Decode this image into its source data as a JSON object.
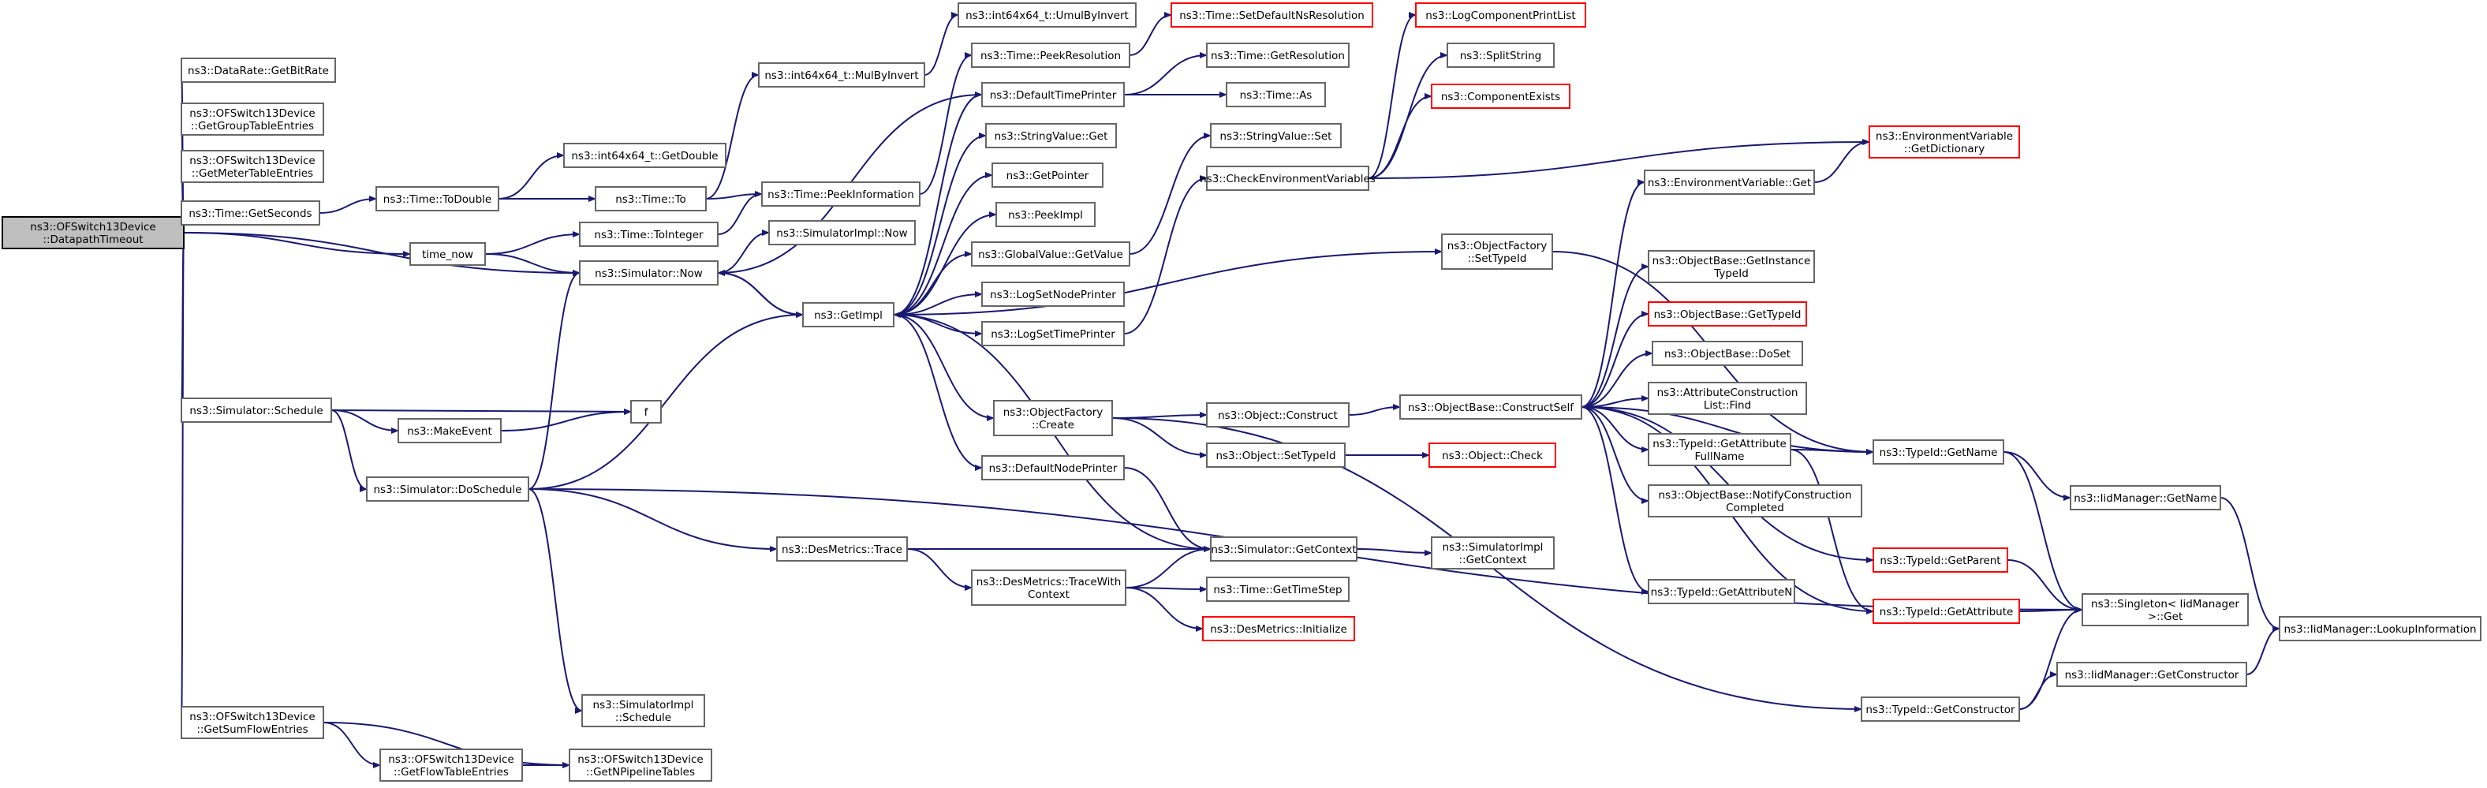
{
  "colors": {
    "edge": "#191970",
    "box_border": "#666666",
    "truncated_border": "#ff0000",
    "root_fill": "#bfbfbf"
  },
  "nodes": [
    {
      "id": "root",
      "lines": [
        "ns3::OFSwitch13Device",
        "::DatapathTimeout"
      ],
      "style": "root"
    },
    {
      "id": "getbitrate",
      "lines": [
        "ns3::DataRate::GetBitRate"
      ]
    },
    {
      "id": "getgrouptable",
      "lines": [
        "ns3::OFSwitch13Device",
        "::GetGroupTableEntries"
      ]
    },
    {
      "id": "getmetertable",
      "lines": [
        "ns3::OFSwitch13Device",
        "::GetMeterTableEntries"
      ]
    },
    {
      "id": "timegetseconds",
      "lines": [
        "ns3::Time::GetSeconds"
      ]
    },
    {
      "id": "timenow",
      "lines": [
        "time_now"
      ]
    },
    {
      "id": "simnow",
      "lines": [
        "ns3::Simulator::Now"
      ]
    },
    {
      "id": "simschedule",
      "lines": [
        "ns3::Simulator::Schedule"
      ]
    },
    {
      "id": "getsumflow",
      "lines": [
        "ns3::OFSwitch13Device",
        "::GetSumFlowEntries"
      ]
    },
    {
      "id": "timetodouble",
      "lines": [
        "ns3::Time::ToDouble"
      ]
    },
    {
      "id": "int64getdouble",
      "lines": [
        "ns3::int64x64_t::GetDouble"
      ]
    },
    {
      "id": "timeto",
      "lines": [
        "ns3::Time::To"
      ]
    },
    {
      "id": "timetointeger",
      "lines": [
        "ns3::Time::ToInteger"
      ]
    },
    {
      "id": "makeevent",
      "lines": [
        "ns3::MakeEvent"
      ]
    },
    {
      "id": "doschedule",
      "lines": [
        "ns3::Simulator::DoSchedule"
      ]
    },
    {
      "id": "getflowtable",
      "lines": [
        "ns3::OFSwitch13Device",
        "::GetFlowTableEntries"
      ]
    },
    {
      "id": "getnpipeline",
      "lines": [
        "ns3::OFSwitch13Device",
        "::GetNPipelineTables"
      ]
    },
    {
      "id": "umulbyinvert",
      "lines": [
        "ns3::int64x64_t::UmulByInvert"
      ]
    },
    {
      "id": "mulbyinvert",
      "lines": [
        "ns3::int64x64_t::MulByInvert"
      ]
    },
    {
      "id": "peekinformation",
      "lines": [
        "ns3::Time::PeekInformation"
      ]
    },
    {
      "id": "simimplnow",
      "lines": [
        "ns3::SimulatorImpl::Now"
      ]
    },
    {
      "id": "getimpl",
      "lines": [
        "ns3::GetImpl"
      ]
    },
    {
      "id": "desmetricstrace",
      "lines": [
        "ns3::DesMetrics::Trace"
      ]
    },
    {
      "id": "simimplschedule",
      "lines": [
        "ns3::SimulatorImpl",
        "::Schedule"
      ]
    },
    {
      "id": "setdefaultnsres",
      "lines": [
        "ns3::Time::SetDefaultNsResolution"
      ],
      "style": "red"
    },
    {
      "id": "peekresolution",
      "lines": [
        "ns3::Time::PeekResolution"
      ]
    },
    {
      "id": "defaulttimeprinter",
      "lines": [
        "ns3::DefaultTimePrinter"
      ]
    },
    {
      "id": "stringvalueget",
      "lines": [
        "ns3::StringValue::Get"
      ]
    },
    {
      "id": "getpointer",
      "lines": [
        "ns3::GetPointer"
      ]
    },
    {
      "id": "peekimpl",
      "lines": [
        "ns3::PeekImpl"
      ]
    },
    {
      "id": "globalvalueget",
      "lines": [
        "ns3::GlobalValue::GetValue"
      ]
    },
    {
      "id": "logsetnodeprinter",
      "lines": [
        "ns3::LogSetNodePrinter"
      ]
    },
    {
      "id": "logsettimeprinter",
      "lines": [
        "ns3::LogSetTimePrinter"
      ]
    },
    {
      "id": "objfactorycreate",
      "lines": [
        "ns3::ObjectFactory",
        "::Create"
      ]
    },
    {
      "id": "defaultnodeprinter",
      "lines": [
        "ns3::DefaultNodePrinter"
      ]
    },
    {
      "id": "f",
      "lines": [
        "f"
      ]
    },
    {
      "id": "tracewithcontext",
      "lines": [
        "ns3::DesMetrics::TraceWith",
        "Context"
      ]
    },
    {
      "id": "gettimestep",
      "lines": [
        "ns3::Time::GetTimeStep"
      ]
    },
    {
      "id": "desinitialize",
      "lines": [
        "ns3::DesMetrics::Initialize"
      ],
      "style": "red"
    },
    {
      "id": "simgetcontext",
      "lines": [
        "ns3::Simulator::GetContext"
      ]
    },
    {
      "id": "getresolution",
      "lines": [
        "ns3::Time::GetResolution"
      ]
    },
    {
      "id": "timeas",
      "lines": [
        "ns3::Time::As"
      ]
    },
    {
      "id": "stringvalueset",
      "lines": [
        "ns3::StringValue::Set"
      ]
    },
    {
      "id": "checkenv",
      "lines": [
        "ns3::CheckEnvironmentVariables"
      ]
    },
    {
      "id": "objconstruct",
      "lines": [
        "ns3::Object::Construct"
      ]
    },
    {
      "id": "objsettypeid",
      "lines": [
        "ns3::Object::SetTypeId"
      ]
    },
    {
      "id": "objcheck",
      "lines": [
        "ns3::Object::Check"
      ],
      "style": "red"
    },
    {
      "id": "simimplgetcontext",
      "lines": [
        "ns3::SimulatorImpl",
        "::GetContext"
      ]
    },
    {
      "id": "objfactorysettypeid",
      "lines": [
        "ns3::ObjectFactory",
        "::SetTypeId"
      ]
    },
    {
      "id": "logcomplist",
      "lines": [
        "ns3::LogComponentPrintList"
      ],
      "style": "red"
    },
    {
      "id": "splitstring",
      "lines": [
        "ns3::SplitString"
      ]
    },
    {
      "id": "compexists",
      "lines": [
        "ns3::ComponentExists"
      ],
      "style": "red"
    },
    {
      "id": "constructself",
      "lines": [
        "ns3::ObjectBase::ConstructSelf"
      ]
    },
    {
      "id": "envvarget",
      "lines": [
        "ns3::EnvironmentVariable::Get"
      ]
    },
    {
      "id": "getinstancetypeid",
      "lines": [
        "ns3::ObjectBase::GetInstance",
        "TypeId"
      ]
    },
    {
      "id": "objbasegettypeid",
      "lines": [
        "ns3::ObjectBase::GetTypeId"
      ],
      "style": "red"
    },
    {
      "id": "doset",
      "lines": [
        "ns3::ObjectBase::DoSet"
      ]
    },
    {
      "id": "attrlistfind",
      "lines": [
        "ns3::AttributeConstruction",
        "List::Find"
      ]
    },
    {
      "id": "getattrfullname",
      "lines": [
        "ns3::TypeId::GetAttribute",
        "FullName"
      ]
    },
    {
      "id": "notifyconstruction",
      "lines": [
        "ns3::ObjectBase::NotifyConstruction",
        "Completed"
      ]
    },
    {
      "id": "getattributen",
      "lines": [
        "ns3::TypeId::GetAttributeN"
      ]
    },
    {
      "id": "envgetdict",
      "lines": [
        "ns3::EnvironmentVariable",
        "::GetDictionary"
      ],
      "style": "red"
    },
    {
      "id": "typeidgetname",
      "lines": [
        "ns3::TypeId::GetName"
      ]
    },
    {
      "id": "typeidgetparent",
      "lines": [
        "ns3::TypeId::GetParent"
      ],
      "style": "red"
    },
    {
      "id": "typeidgetattribute",
      "lines": [
        "ns3::TypeId::GetAttribute"
      ],
      "style": "red"
    },
    {
      "id": "typeidgetconstructor",
      "lines": [
        "ns3::TypeId::GetConstructor"
      ]
    },
    {
      "id": "iidgetname",
      "lines": [
        "ns3::IidManager::GetName"
      ]
    },
    {
      "id": "singletonget",
      "lines": [
        "ns3::Singleton< IidManager",
        ">::Get"
      ]
    },
    {
      "id": "iidgetconstructor",
      "lines": [
        "ns3::IidManager::GetConstructor"
      ]
    },
    {
      "id": "lookupinfo",
      "lines": [
        "ns3::IidManager::LookupInformation"
      ]
    }
  ],
  "edges": [
    [
      "root",
      "getbitrate"
    ],
    [
      "root",
      "getgrouptable"
    ],
    [
      "root",
      "getmetertable"
    ],
    [
      "root",
      "timegetseconds"
    ],
    [
      "root",
      "timenow"
    ],
    [
      "root",
      "simnow"
    ],
    [
      "root",
      "simschedule"
    ],
    [
      "root",
      "getsumflow"
    ],
    [
      "timegetseconds",
      "timetodouble"
    ],
    [
      "timetodouble",
      "int64getdouble"
    ],
    [
      "timetodouble",
      "timeto"
    ],
    [
      "timeto",
      "mulbyinvert"
    ],
    [
      "timeto",
      "peekinformation"
    ],
    [
      "mulbyinvert",
      "umulbyinvert"
    ],
    [
      "peekinformation",
      "peekresolution"
    ],
    [
      "peekresolution",
      "setdefaultnsres"
    ],
    [
      "timenow",
      "timetointeger"
    ],
    [
      "timenow",
      "simnow"
    ],
    [
      "timetointeger",
      "peekinformation"
    ],
    [
      "simnow",
      "simimplnow"
    ],
    [
      "simnow",
      "getimpl"
    ],
    [
      "simschedule",
      "makeevent"
    ],
    [
      "simschedule",
      "f"
    ],
    [
      "simschedule",
      "doschedule"
    ],
    [
      "makeevent",
      "f"
    ],
    [
      "doschedule",
      "simnow"
    ],
    [
      "doschedule",
      "getimpl"
    ],
    [
      "doschedule",
      "desmetricstrace"
    ],
    [
      "doschedule",
      "simimplschedule"
    ],
    [
      "doschedule",
      "singletonget"
    ],
    [
      "getsumflow",
      "getflowtable"
    ],
    [
      "getsumflow",
      "getnpipeline"
    ],
    [
      "getflowtable",
      "getnpipeline"
    ],
    [
      "getimpl",
      "simnow"
    ],
    [
      "getimpl",
      "defaulttimeprinter"
    ],
    [
      "getimpl",
      "stringvalueget"
    ],
    [
      "getimpl",
      "getpointer"
    ],
    [
      "getimpl",
      "peekimpl"
    ],
    [
      "getimpl",
      "globalvalueget"
    ],
    [
      "getimpl",
      "logsetnodeprinter"
    ],
    [
      "getimpl",
      "logsettimeprinter"
    ],
    [
      "getimpl",
      "objfactorycreate"
    ],
    [
      "getimpl",
      "defaultnodeprinter"
    ],
    [
      "getimpl",
      "objfactorysettypeid"
    ],
    [
      "defaulttimeprinter",
      "getresolution"
    ],
    [
      "defaulttimeprinter",
      "timeas"
    ],
    [
      "defaulttimeprinter",
      "simnow"
    ],
    [
      "globalvalueget",
      "stringvalueset"
    ],
    [
      "logsettimeprinter",
      "checkenv"
    ],
    [
      "objfactorycreate",
      "objconstruct"
    ],
    [
      "objfactorycreate",
      "objsettypeid"
    ],
    [
      "objfactorycreate",
      "typeidgetconstructor"
    ],
    [
      "objconstruct",
      "constructself"
    ],
    [
      "objsettypeid",
      "objcheck"
    ],
    [
      "defaultnodeprinter",
      "simgetcontext"
    ],
    [
      "simgetcontext",
      "getimpl"
    ],
    [
      "simgetcontext",
      "simimplgetcontext"
    ],
    [
      "desmetricstrace",
      "simgetcontext"
    ],
    [
      "desmetricstrace",
      "tracewithcontext"
    ],
    [
      "tracewithcontext",
      "simgetcontext"
    ],
    [
      "tracewithcontext",
      "gettimestep"
    ],
    [
      "tracewithcontext",
      "desinitialize"
    ],
    [
      "checkenv",
      "logcomplist"
    ],
    [
      "checkenv",
      "splitstring"
    ],
    [
      "checkenv",
      "compexists"
    ],
    [
      "checkenv",
      "envgetdict"
    ],
    [
      "objfactorysettypeid",
      "typeidgetname"
    ],
    [
      "constructself",
      "envvarget"
    ],
    [
      "constructself",
      "getinstancetypeid"
    ],
    [
      "constructself",
      "objbasegettypeid"
    ],
    [
      "constructself",
      "doset"
    ],
    [
      "constructself",
      "attrlistfind"
    ],
    [
      "constructself",
      "getattrfullname"
    ],
    [
      "constructself",
      "notifyconstruction"
    ],
    [
      "constructself",
      "getattributen"
    ],
    [
      "constructself",
      "typeidgetname"
    ],
    [
      "constructself",
      "typeidgetparent"
    ],
    [
      "constructself",
      "typeidgetattribute"
    ],
    [
      "envvarget",
      "envgetdict"
    ],
    [
      "getattrfullname",
      "typeidgetname"
    ],
    [
      "getattrfullname",
      "typeidgetattribute"
    ],
    [
      "typeidgetname",
      "iidgetname"
    ],
    [
      "typeidgetname",
      "singletonget"
    ],
    [
      "typeidgetparent",
      "singletonget"
    ],
    [
      "typeidgetattribute",
      "singletonget"
    ],
    [
      "typeidgetconstructor",
      "singletonget"
    ],
    [
      "typeidgetconstructor",
      "iidgetconstructor"
    ],
    [
      "iidgetname",
      "lookupinfo"
    ],
    [
      "iidgetconstructor",
      "lookupinfo"
    ]
  ]
}
